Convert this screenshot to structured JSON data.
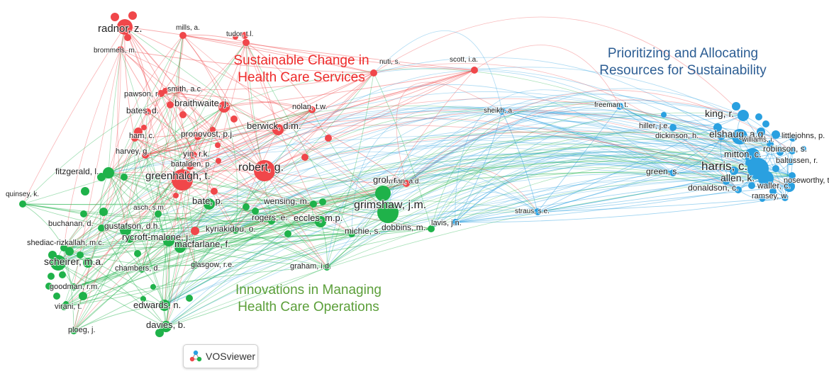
{
  "colors": {
    "red": "#f0474a",
    "green": "#1fb24a",
    "blue": "#2aa0e0",
    "title_red": "#ee2b2b",
    "title_blue": "#2c5d93",
    "title_green": "#5c9f3a"
  },
  "clusters": {
    "red": {
      "title_line1": "Sustainable Change in",
      "title_line2": "Health Care Services"
    },
    "blue": {
      "title_line1": "Prioritizing and Allocating",
      "title_line2": "Resources for Sustainability"
    },
    "green": {
      "title_line1": "Innovations in Managing",
      "title_line2": "Health Care Operations"
    }
  },
  "nodes": [
    {
      "id": "radnor",
      "label": "radnor, z.",
      "cluster": "red",
      "weight": 3
    },
    {
      "id": "mills",
      "label": "mills, a.",
      "cluster": "red",
      "weight": 1
    },
    {
      "id": "tudor",
      "label": "tudor, t.l.",
      "cluster": "red",
      "weight": 1
    },
    {
      "id": "brommels",
      "label": "brommels, m.",
      "cluster": "red",
      "weight": 1
    },
    {
      "id": "pawson",
      "label": "pawson, r.",
      "cluster": "red",
      "weight": 1
    },
    {
      "id": "smith",
      "label": "smith, a.c.",
      "cluster": "red",
      "weight": 1
    },
    {
      "id": "bates",
      "label": "bates, d.",
      "cluster": "red",
      "weight": 1
    },
    {
      "id": "braithwaite",
      "label": "braithwaite, j.",
      "cluster": "red",
      "weight": 2
    },
    {
      "id": "nolan",
      "label": "nolan, t.w.",
      "cluster": "red",
      "weight": 1
    },
    {
      "id": "nuti",
      "label": "nuti, s.",
      "cluster": "red",
      "weight": 1
    },
    {
      "id": "scott",
      "label": "scott, i.a.",
      "cluster": "red",
      "weight": 1
    },
    {
      "id": "ham",
      "label": "ham, c.",
      "cluster": "red",
      "weight": 1
    },
    {
      "id": "pronovost",
      "label": "pronovost, p.j.",
      "cluster": "red",
      "weight": 1
    },
    {
      "id": "berwick",
      "label": "berwick, d.m.",
      "cluster": "red",
      "weight": 2
    },
    {
      "id": "harvey",
      "label": "harvey, g.",
      "cluster": "red",
      "weight": 1
    },
    {
      "id": "yin",
      "label": "yin, r.k.",
      "cluster": "red",
      "weight": 1
    },
    {
      "id": "batalden",
      "label": "batalden, p.",
      "cluster": "red",
      "weight": 1
    },
    {
      "id": "robert",
      "label": "robert, g.",
      "cluster": "red",
      "weight": 4
    },
    {
      "id": "greenhalgh",
      "label": "greenhalgh, t.",
      "cluster": "red",
      "weight": 4
    },
    {
      "id": "oxman",
      "label": "oxman, a.d.",
      "cluster": "red",
      "weight": 1
    },
    {
      "id": "fitzgerald",
      "label": "fitzgerald, l.",
      "cluster": "green",
      "weight": 2
    },
    {
      "id": "quinsey",
      "label": "quinsey, k.",
      "cluster": "green",
      "weight": 1
    },
    {
      "id": "bate",
      "label": "bate, p.",
      "cluster": "green",
      "weight": 2
    },
    {
      "id": "wensing",
      "label": "wensing, m.",
      "cluster": "green",
      "weight": 1
    },
    {
      "id": "grol",
      "label": "grol, r.",
      "cluster": "green",
      "weight": 3
    },
    {
      "id": "grimshaw",
      "label": "grimshaw, j.m.",
      "cluster": "green",
      "weight": 4
    },
    {
      "id": "asch",
      "label": "asch, s.m.",
      "cluster": "green",
      "weight": 1
    },
    {
      "id": "rogers",
      "label": "rogers, e.",
      "cluster": "green",
      "weight": 1
    },
    {
      "id": "eccles",
      "label": "eccles, m.p.",
      "cluster": "green",
      "weight": 2
    },
    {
      "id": "buchanan",
      "label": "buchanan, d.",
      "cluster": "green",
      "weight": 1
    },
    {
      "id": "gustafson",
      "label": "gustafson, d.h.",
      "cluster": "green",
      "weight": 2
    },
    {
      "id": "kyriakidou",
      "label": "kyriakidou, o.",
      "cluster": "green",
      "weight": 1
    },
    {
      "id": "michie",
      "label": "michie, s.",
      "cluster": "green",
      "weight": 1
    },
    {
      "id": "dobbins",
      "label": "dobbins, m.",
      "cluster": "green",
      "weight": 1
    },
    {
      "id": "shediac",
      "label": "shediac-rizkallah, m.c.",
      "cluster": "green",
      "weight": 1
    },
    {
      "id": "rycroft",
      "label": "rycroft-malone, j.",
      "cluster": "green",
      "weight": 2
    },
    {
      "id": "macfarlane",
      "label": "macfarlane, f.",
      "cluster": "green",
      "weight": 2
    },
    {
      "id": "scheirer",
      "label": "scheirer, m.a.",
      "cluster": "green",
      "weight": 3
    },
    {
      "id": "chambers",
      "label": "chambers, d.",
      "cluster": "green",
      "weight": 1
    },
    {
      "id": "glasgow",
      "label": "glasgow, r.e.",
      "cluster": "green",
      "weight": 1
    },
    {
      "id": "graham",
      "label": "graham, i.d.",
      "cluster": "green",
      "weight": 1
    },
    {
      "id": "goodman",
      "label": "goodman, r.m.",
      "cluster": "green",
      "weight": 1
    },
    {
      "id": "virani",
      "label": "virani, t.",
      "cluster": "green",
      "weight": 1
    },
    {
      "id": "edwards",
      "label": "edwards, n.",
      "cluster": "green",
      "weight": 2
    },
    {
      "id": "ploeg",
      "label": "ploeg, j.",
      "cluster": "green",
      "weight": 1
    },
    {
      "id": "davies",
      "label": "davies, b.",
      "cluster": "green",
      "weight": 2
    },
    {
      "id": "lavis",
      "label": "lavis, j.n.",
      "cluster": "blue",
      "weight": 1
    },
    {
      "id": "sheikh",
      "label": "sheikh, a.",
      "cluster": "blue",
      "weight": 1
    },
    {
      "id": "freeman",
      "label": "freeman, t.",
      "cluster": "blue",
      "weight": 1
    },
    {
      "id": "straus",
      "label": "straus, s.e.",
      "cluster": "blue",
      "weight": 1
    },
    {
      "id": "king",
      "label": "king, r.",
      "cluster": "blue",
      "weight": 2
    },
    {
      "id": "hiller",
      "label": "hiller, j.e.",
      "cluster": "blue",
      "weight": 1
    },
    {
      "id": "dickinson",
      "label": "dickinson, h.",
      "cluster": "blue",
      "weight": 1
    },
    {
      "id": "elshaug",
      "label": "elshaug, a.g.",
      "cluster": "blue",
      "weight": 3
    },
    {
      "id": "williams",
      "label": "williams, i.",
      "cluster": "blue",
      "weight": 1
    },
    {
      "id": "littlejohns",
      "label": "littlejohns, p.",
      "cluster": "blue",
      "weight": 1
    },
    {
      "id": "robinson",
      "label": "robinson, s.",
      "cluster": "blue",
      "weight": 1
    },
    {
      "id": "mitton",
      "label": "mitton, c.",
      "cluster": "blue",
      "weight": 3
    },
    {
      "id": "baltussen",
      "label": "baltussen, r.",
      "cluster": "blue",
      "weight": 1
    },
    {
      "id": "green",
      "label": "green, s.",
      "cluster": "blue",
      "weight": 1
    },
    {
      "id": "harris",
      "label": "harris, c.",
      "cluster": "blue",
      "weight": 4
    },
    {
      "id": "allen",
      "label": "allen, k.",
      "cluster": "blue",
      "weight": 3
    },
    {
      "id": "noseworthy",
      "label": "noseworthy, t.",
      "cluster": "blue",
      "weight": 1
    },
    {
      "id": "donaldson",
      "label": "donaldson, c.",
      "cluster": "blue",
      "weight": 1
    },
    {
      "id": "waller",
      "label": "waller, c.",
      "cluster": "blue",
      "weight": 2
    },
    {
      "id": "ramsey",
      "label": "ramsey, w.",
      "cluster": "blue",
      "weight": 1
    }
  ],
  "badge": {
    "text": "VOSviewer",
    "icon": "vosviewer-logo-icon"
  }
}
